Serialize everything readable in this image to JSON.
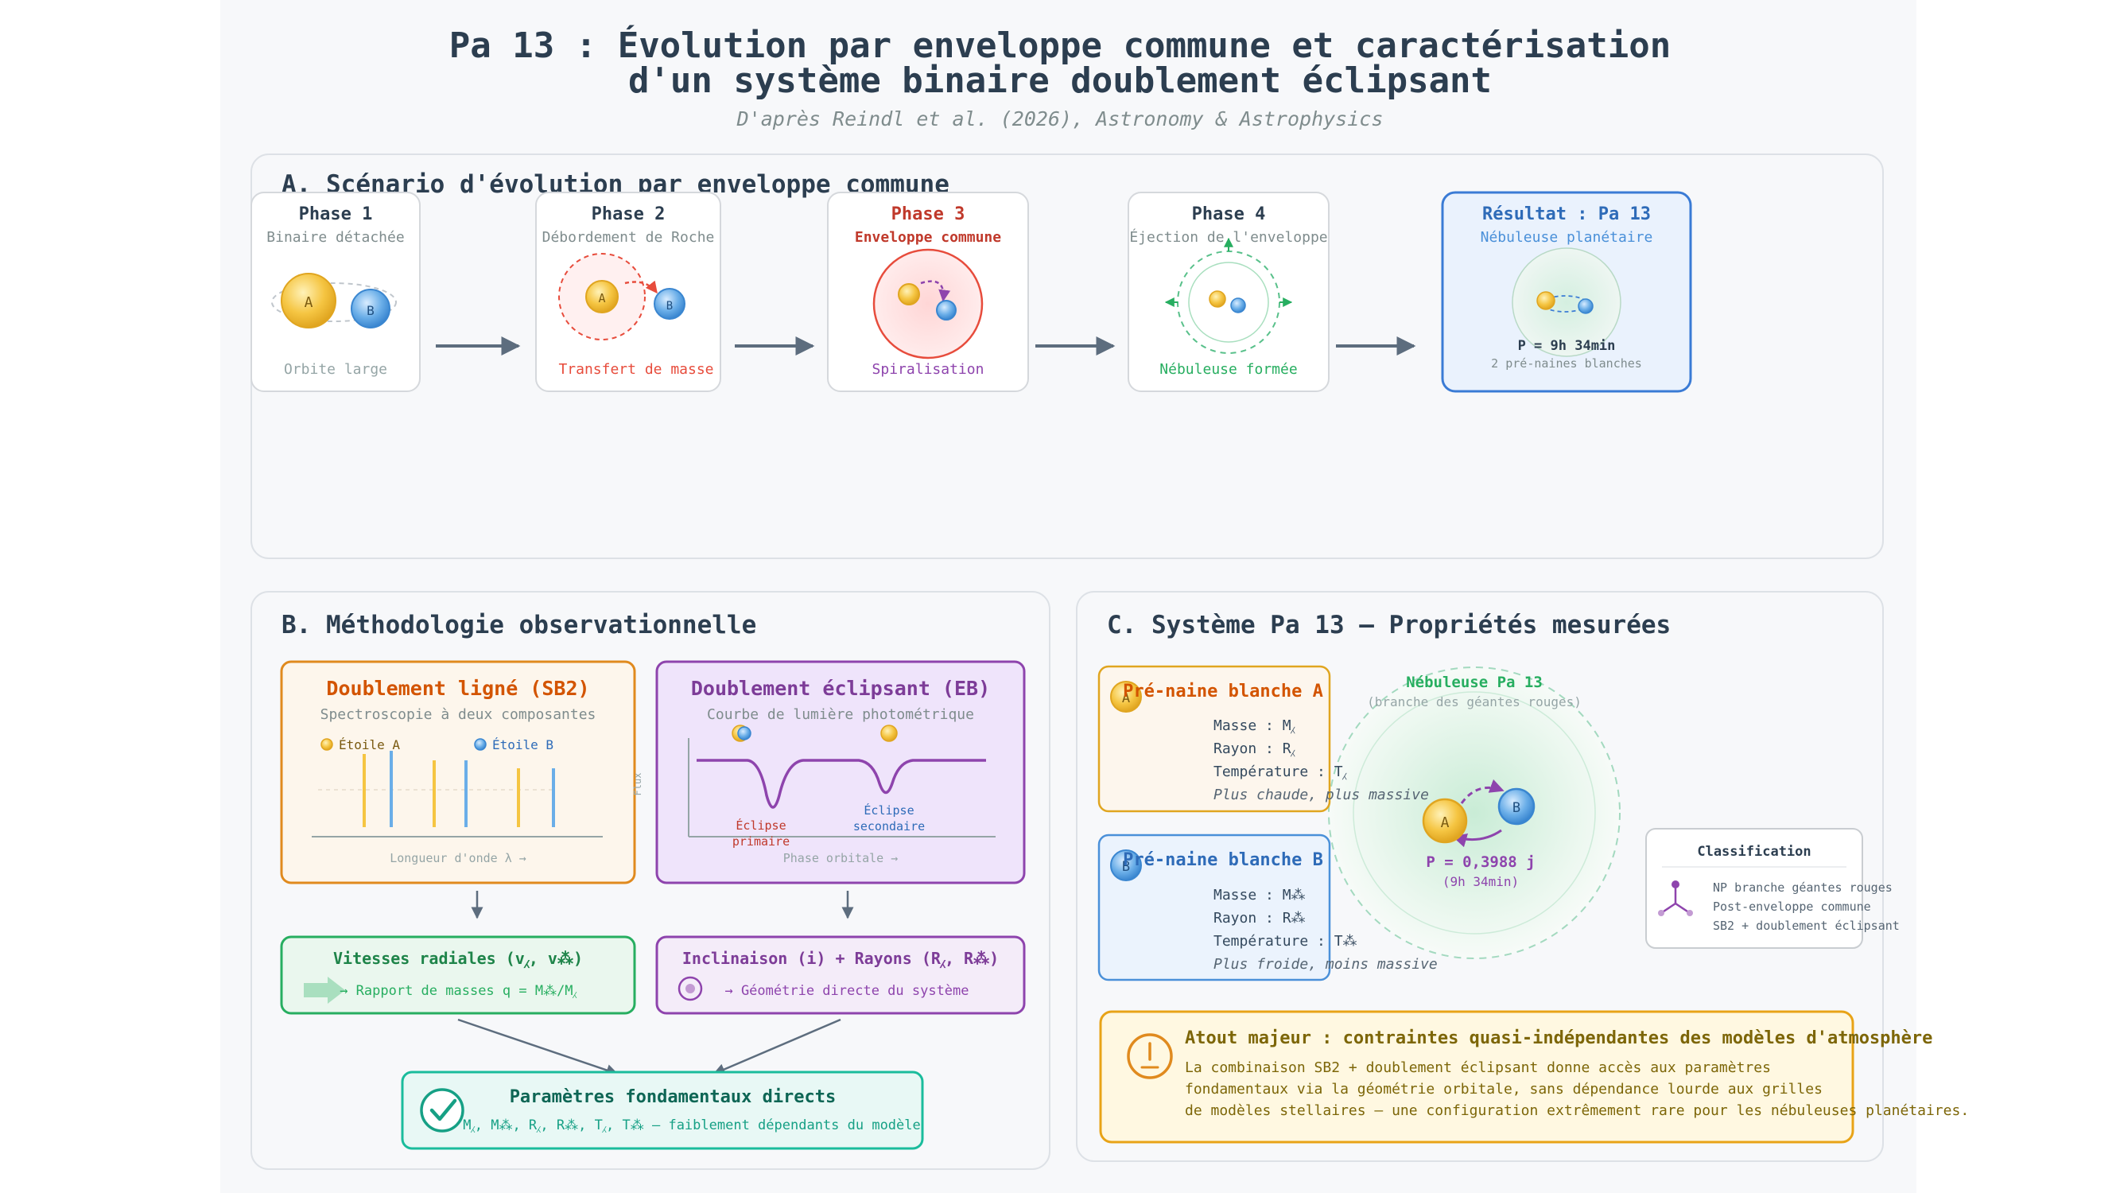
{
  "header": {
    "title_line1": "Pa 13 : Évolution par enveloppe commune et caractérisation",
    "title_line2": "d'un système binaire doublement éclipsant",
    "subtitle": "D'après Reindl et al. (2026), Astronomy & Astrophysics"
  },
  "section_a": {
    "title": "A. Scénario d'évolution par enveloppe commune",
    "phases": [
      {
        "name": "Phase 1",
        "desc": "Binaire détachée",
        "caption": "Orbite large",
        "label_a": "A",
        "label_b": "B"
      },
      {
        "name": "Phase 2",
        "desc": "Débordement de Roche",
        "caption": "Transfert de masse",
        "label_a": "A",
        "label_b": "B"
      },
      {
        "name": "Phase 3",
        "desc": "Enveloppe commune",
        "caption": "Spiralisation"
      },
      {
        "name": "Phase 4",
        "desc": "Éjection de l'enveloppe",
        "caption": "Nébuleuse formée"
      }
    ],
    "result": {
      "name": "Résultat : Pa 13",
      "desc": "Nébuleuse planétaire",
      "period": "P = 9h 34min",
      "caption": "2 pré-naines blanches"
    }
  },
  "section_b": {
    "title": "B. Méthodologie observationnelle",
    "sb2": {
      "title": "Doublement ligné (SB2)",
      "subtitle": "Spectroscopie à deux composantes",
      "legend_a": "Étoile A",
      "legend_b": "Étoile B",
      "xaxis": "Longueur d'onde λ →"
    },
    "eb": {
      "title": "Doublement éclipsant (EB)",
      "subtitle": "Courbe de lumière photométrique",
      "yaxis": "Flux",
      "primary_1": "Éclipse",
      "primary_2": "primaire",
      "secondary_1": "Éclipse",
      "secondary_2": "secondaire",
      "xaxis": "Phase orbitale →"
    },
    "rv": {
      "title": "Vitesses radiales (v⁁, v⁂)",
      "text": "→ Rapport de masses q = M⁂/M⁁"
    },
    "incl": {
      "title": "Inclinaison (i) + Rayons (R⁁, R⁂)",
      "text": "→ Géométrie directe du système"
    },
    "final": {
      "title": "Paramètres fondamentaux directs",
      "text": "M⁁, M⁂, R⁁, R⁂, T⁁, T⁂ — faiblement dépendants du modèle"
    }
  },
  "section_c": {
    "title": "C. Système Pa 13 — Propriétés mesurées",
    "star_a": {
      "badge": "A",
      "title": "Pré-naine blanche A",
      "mass": "Masse : M⁁",
      "radius": "Rayon : R⁁",
      "temp": "Température : T⁁",
      "note": "Plus chaude, plus massive"
    },
    "star_b": {
      "badge": "B",
      "title": "Pré-naine blanche B",
      "mass": "Masse : M⁂",
      "radius": "Rayon : R⁂",
      "temp": "Température : T⁂",
      "note": "Plus froide, moins massive"
    },
    "nebula": {
      "title": "Nébuleuse Pa 13",
      "subtitle": "(branche des géantes rouges)",
      "label_a": "A",
      "label_b": "B",
      "period": "P = 0,3988 j",
      "period_hm": "(9h 34min)"
    },
    "classification": {
      "title": "Classification",
      "lines": [
        "NP branche géantes rouges",
        "Post-enveloppe commune",
        "SB2 + doublement éclipsant"
      ]
    },
    "atout": {
      "title": "Atout majeur : contraintes quasi-indépendantes des modèles d'atmosphère",
      "lines": [
        "La combinaison SB2 + doublement éclipsant donne accès aux paramètres",
        "fondamentaux via la géométrie orbitale, sans dépendance lourde aux grilles",
        "de modèles stellaires — une configuration extrêmement rare pour les nébuleuses planétaires."
      ]
    }
  },
  "colors": {
    "star_a": "#f5c542",
    "star_b": "#6aaee8",
    "orange": "#e08a1e",
    "purple": "#8e44ad",
    "green": "#27ae60",
    "red": "#c0392b",
    "blue": "#3a7bd5",
    "teal": "#1abc9c"
  }
}
